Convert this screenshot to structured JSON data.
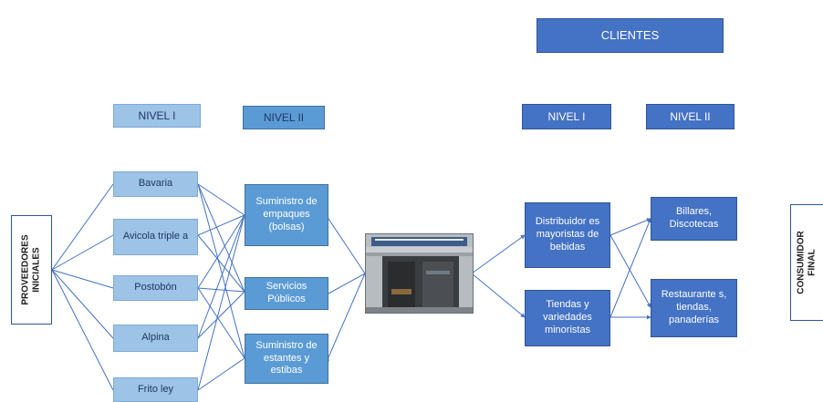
{
  "clientes_header": "CLIENTES",
  "proveedores": {
    "nivel1_header": "NIVEL I",
    "nivel2_header": "NIVEL II",
    "side_label": "PROVEEDORES INICIALES",
    "nivel1_items": [
      "Bavaria",
      "Avicola triple a",
      "Postobón",
      "Alpina",
      "Frito ley"
    ],
    "nivel2_items": [
      "Suministro de empaques (bolsas)",
      "Servicios Públicos",
      "Suministro de estantes y estibas"
    ]
  },
  "clientes": {
    "nivel1_header": "NIVEL I",
    "nivel2_header": "NIVEL II",
    "nivel1_items": [
      "Distribuidor es mayoristas de bebidas",
      "Tiendas y variedades minoristas"
    ],
    "nivel2_items": [
      "Billares, Discotecas",
      "Restaurante s, tiendas, panaderías"
    ],
    "side_label": "CONSUMIDOR FINAL"
  },
  "colors": {
    "light_box": "#9dc3e6",
    "mid_box": "#5b9bd5",
    "dark_box": "#4472c4",
    "connector": "#4472c4"
  }
}
